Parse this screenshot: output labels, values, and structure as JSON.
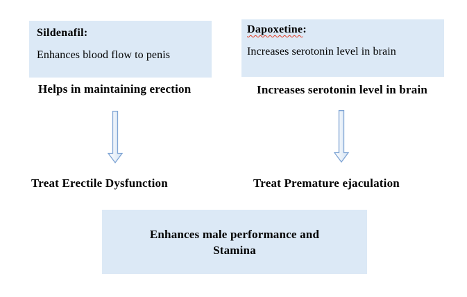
{
  "left_column": {
    "drug_name": "Sildenafil",
    "colon": ":",
    "mechanism": "Enhances blood flow to penis",
    "effect": "Helps in maintaining erection",
    "outcome": "Treat Erectile Dysfunction"
  },
  "right_column": {
    "drug_name": "Dapoxetine",
    "colon": ":",
    "mechanism": "Increases serotonin level in brain",
    "effect": "Increases serotonin level in brain",
    "outcome": "Treat Premature ejaculation"
  },
  "bottom_box": {
    "line1": "Enhances male performance and",
    "line2": "Stamina"
  },
  "colors": {
    "box_fill": "#dce9f6",
    "arrow_stroke": "#7ea4d4",
    "arrow_fill_from": "#ffffff",
    "arrow_fill_to": "#d4e3f3",
    "spellcheck": "#e03b24",
    "text": "#000000",
    "background": "#ffffff"
  }
}
